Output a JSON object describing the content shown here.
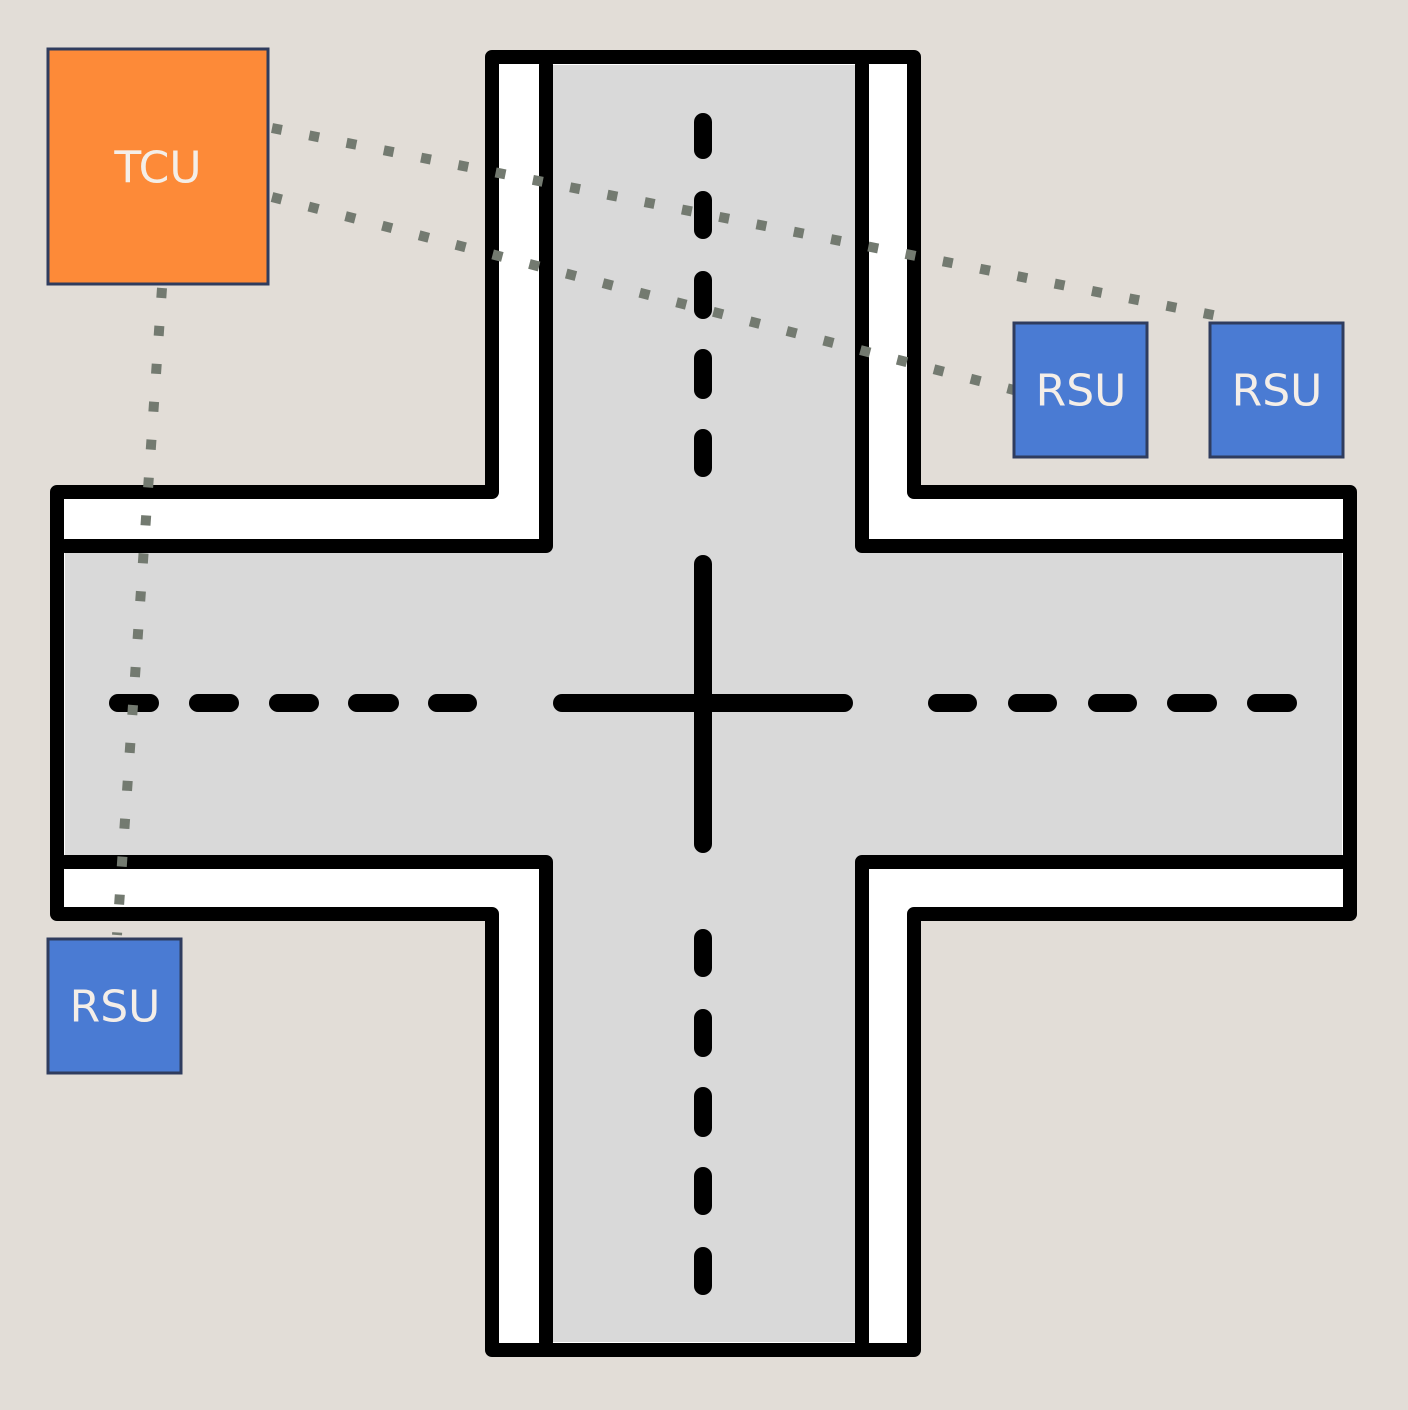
{
  "background_color": "#e2ddd7",
  "road": {
    "surface_color": "#d9d9d9",
    "sidewalk_color": "#ffffff",
    "outline_color": "#000000"
  },
  "controller": {
    "label": "TCU",
    "color": "#fd8a38",
    "border_color": "#2f3c5e"
  },
  "roadside_units": [
    {
      "id": "rsu-1",
      "label": "RSU"
    },
    {
      "id": "rsu-2",
      "label": "RSU"
    },
    {
      "id": "rsu-3",
      "label": "RSU"
    }
  ],
  "rsu_color": "#4a7bd3",
  "link_style": {
    "color": "#737a70",
    "pattern": "dotted"
  }
}
